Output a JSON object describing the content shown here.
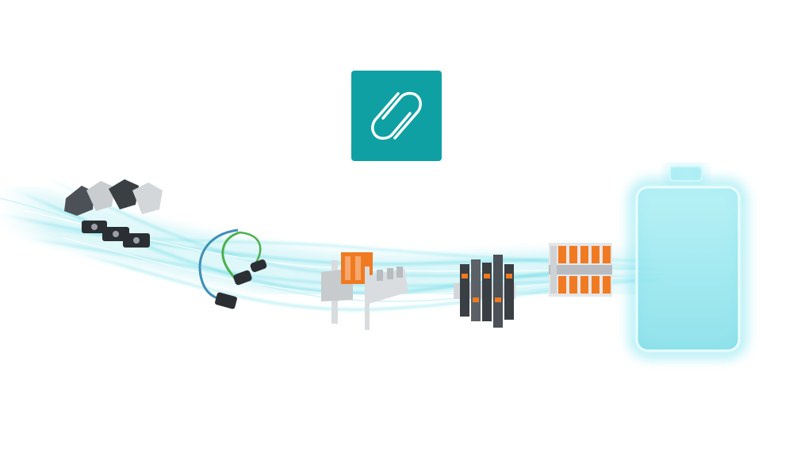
{
  "logo": {
    "icon": "paperclip-link-icon",
    "background_color": "#0fa0a4",
    "stroke_color": "#ffffff"
  },
  "colors": {
    "light_stream": "#5fd8e4",
    "light_stream_glow": "#bff2f7",
    "battery_fill": "#8fe6ee",
    "battery_outline": "#33d4e6",
    "terminal_orange": "#f07a22",
    "housing_grey": "#bfc4c8",
    "connector_dark": "#2b2f33",
    "cable_green": "#4cb04a",
    "cable_blue": "#3f8fb8"
  },
  "products": [
    {
      "id": "heavy-duty-connectors",
      "icon": "industrial-connector-icon"
    },
    {
      "id": "ethernet-cables",
      "icon": "ethernet-cable-icon"
    },
    {
      "id": "pcb-terminal-blocks",
      "icon": "pcb-terminal-icon"
    },
    {
      "id": "din-rail-terminal-blocks",
      "icon": "din-rail-terminal-icon"
    },
    {
      "id": "power-terminal-blocks",
      "icon": "power-terminal-icon"
    }
  ],
  "battery": {
    "icon": "battery-icon"
  }
}
